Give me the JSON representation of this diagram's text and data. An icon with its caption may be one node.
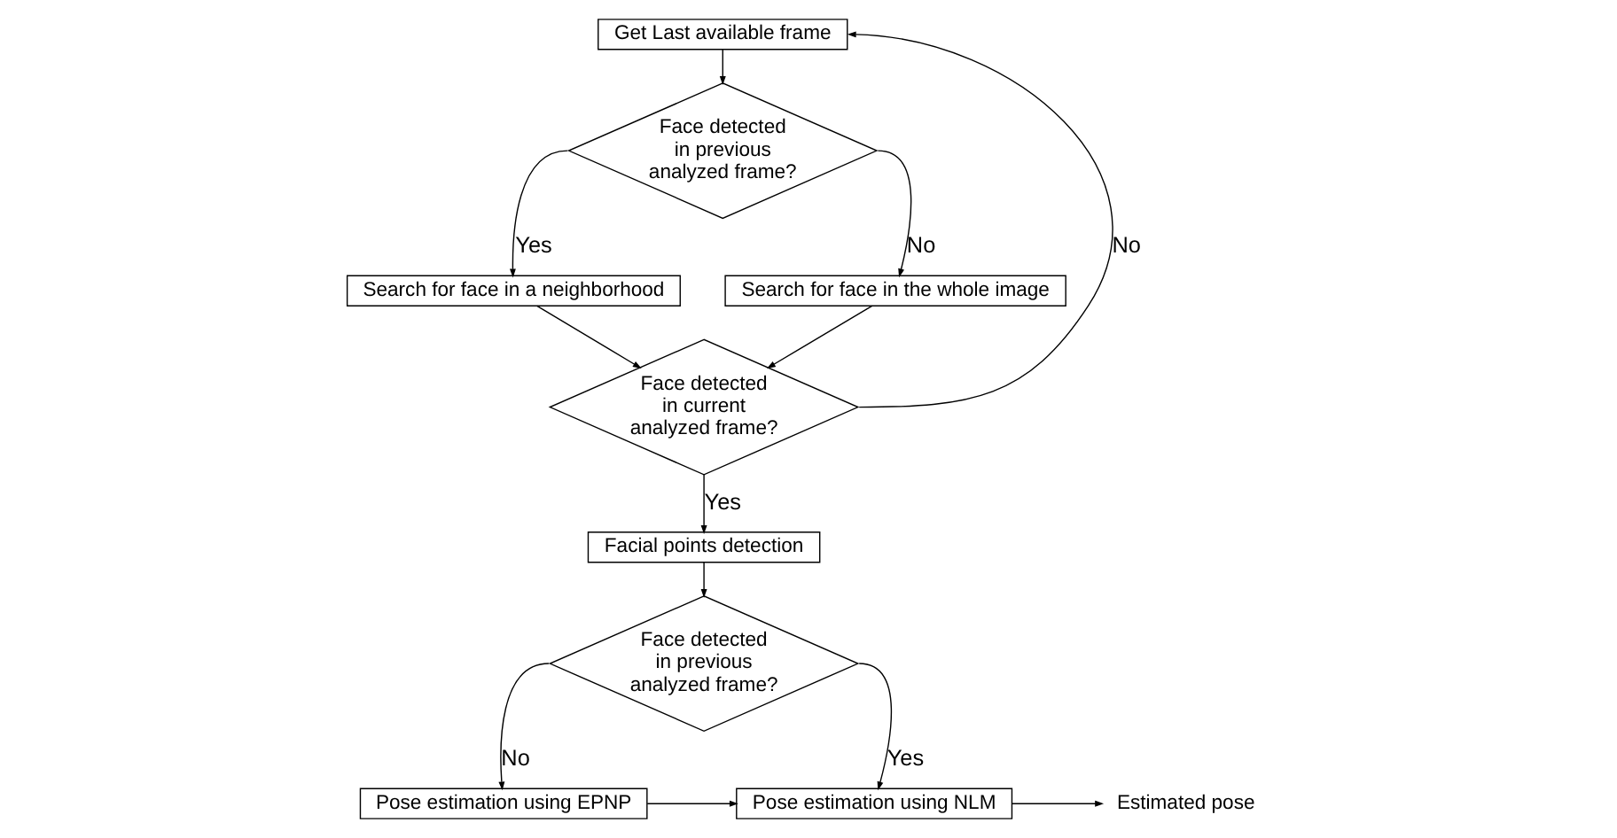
{
  "diagram": {
    "nodes": [
      {
        "text": [
          "Get Last available frame"
        ]
      },
      {
        "text": [
          "Face detected in previous analyzed frame?"
        ]
      },
      {
        "text": [
          "Search for face in a neighborhood"
        ]
      },
      {
        "text": [
          "Search for face in the whole image"
        ]
      },
      {
        "text": [
          "Face detected in current analyzed frame?"
        ]
      },
      {
        "text": [
          "Facial points detection"
        ]
      },
      {
        "text": [
          "Face detected in previous analyzed frame?"
        ]
      },
      {
        "text": [
          "Pose estimation using EPNP"
        ]
      },
      {
        "text": [
          "Pose estimation using NLM"
        ]
      },
      {
        "text": [
          "Estimated pose"
        ]
      }
    ],
    "edges": [
      {
        "from": 0,
        "to": 1,
        "arrow": "to"
      },
      {
        "from": 1,
        "to": 2,
        "arrow": "to",
        "label": "Yes"
      },
      {
        "from": 1,
        "to": 3,
        "arrow": "to",
        "label": "No"
      },
      {
        "from": 2,
        "to": 4,
        "arrow": "to"
      },
      {
        "from": 3,
        "to": 4,
        "arrow": "to"
      },
      {
        "from": 4,
        "to": 0,
        "arrow": "to",
        "label": "No"
      },
      {
        "from": 4,
        "to": 5,
        "arrow": "to",
        "label": "Yes"
      },
      {
        "from": 5,
        "to": 6,
        "arrow": "to"
      },
      {
        "from": 6,
        "to": 7,
        "arrow": "to",
        "label": "No"
      },
      {
        "from": 6,
        "to": 8,
        "arrow": "to",
        "label": "Yes"
      },
      {
        "from": 7,
        "to": 8,
        "arrow": "to"
      },
      {
        "from": 8,
        "to": 9,
        "arrow": "to"
      }
    ]
  }
}
